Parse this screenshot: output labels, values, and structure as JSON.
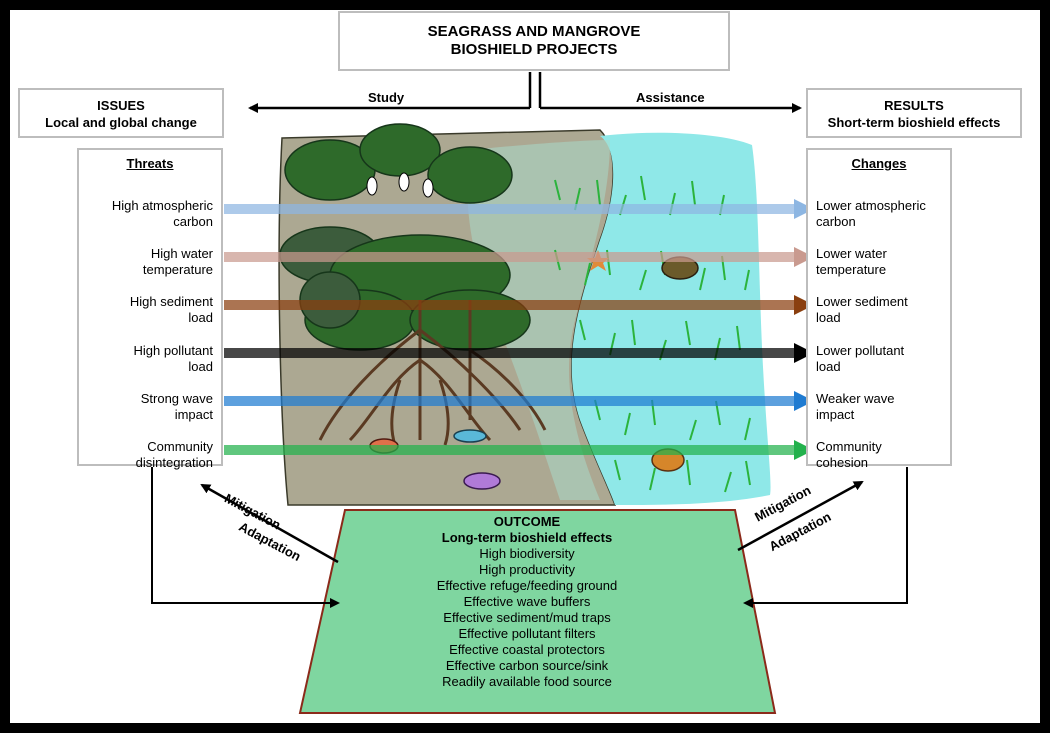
{
  "title": {
    "line1": "SEAGRASS AND MANGROVE",
    "line2": "BIOSHIELD PROJECTS"
  },
  "issues": {
    "heading": "ISSUES",
    "subheading": "Local and global change"
  },
  "results": {
    "heading": "RESULTS",
    "subheading": "Short-term bioshield effects"
  },
  "flow_labels": {
    "study": "Study",
    "assistance": "Assistance"
  },
  "threats": {
    "heading": "Threats",
    "items": [
      {
        "text": "High atmospheric carbon",
        "line1": "High atmospheric",
        "line2": "carbon",
        "color": "#8db6e2"
      },
      {
        "text": "High water temperature",
        "line1": "High water",
        "line2": "temperature",
        "color": "#c99a8f"
      },
      {
        "text": "High sediment load",
        "line1": "High sediment",
        "line2": "load",
        "color": "#8a3f0f"
      },
      {
        "text": "High pollutant load",
        "line1": "High pollutant",
        "line2": "load",
        "color": "#000000"
      },
      {
        "text": "Strong wave impact",
        "line1": "Strong wave",
        "line2": "impact",
        "color": "#1f7bd1"
      },
      {
        "text": "Community disintegration",
        "line1": "Community",
        "line2": "disintegration",
        "color": "#22b14c"
      }
    ]
  },
  "changes": {
    "heading": "Changes",
    "items": [
      {
        "line1": "Lower atmospheric",
        "line2": "carbon"
      },
      {
        "line1": "Lower water",
        "line2": "temperature"
      },
      {
        "line1": "Lower sediment",
        "line2": "load"
      },
      {
        "line1": "Lower pollutant",
        "line2": "load"
      },
      {
        "line1": "Weaker wave",
        "line2": "impact"
      },
      {
        "line1": "Community",
        "line2": "cohesion"
      }
    ]
  },
  "feedback": {
    "left": {
      "mitigation": "Mitigation",
      "adaptation": "Adaptation"
    },
    "right": {
      "mitigation": "Mitigation",
      "adaptation": "Adaptation"
    }
  },
  "outcome": {
    "heading": "OUTCOME",
    "subheading": "Long-term bioshield effects",
    "items": [
      "High biodiversity",
      "High productivity",
      "Effective refuge/feeding ground",
      "Effective wave buffers",
      "Effective sediment/mud traps",
      "Effective pollutant filters",
      "Effective coastal protectors",
      "Effective carbon source/sink",
      "Readily available food source"
    ]
  },
  "colors": {
    "mangrove_ground": "#aca892",
    "seagrass_water": "#8fe8e8",
    "outcome_fill": "#7fd6a0",
    "outcome_border": "#8b2a1a",
    "mangrove_foliage": "#2e6a2a",
    "seagrass": "#2bb33c"
  }
}
